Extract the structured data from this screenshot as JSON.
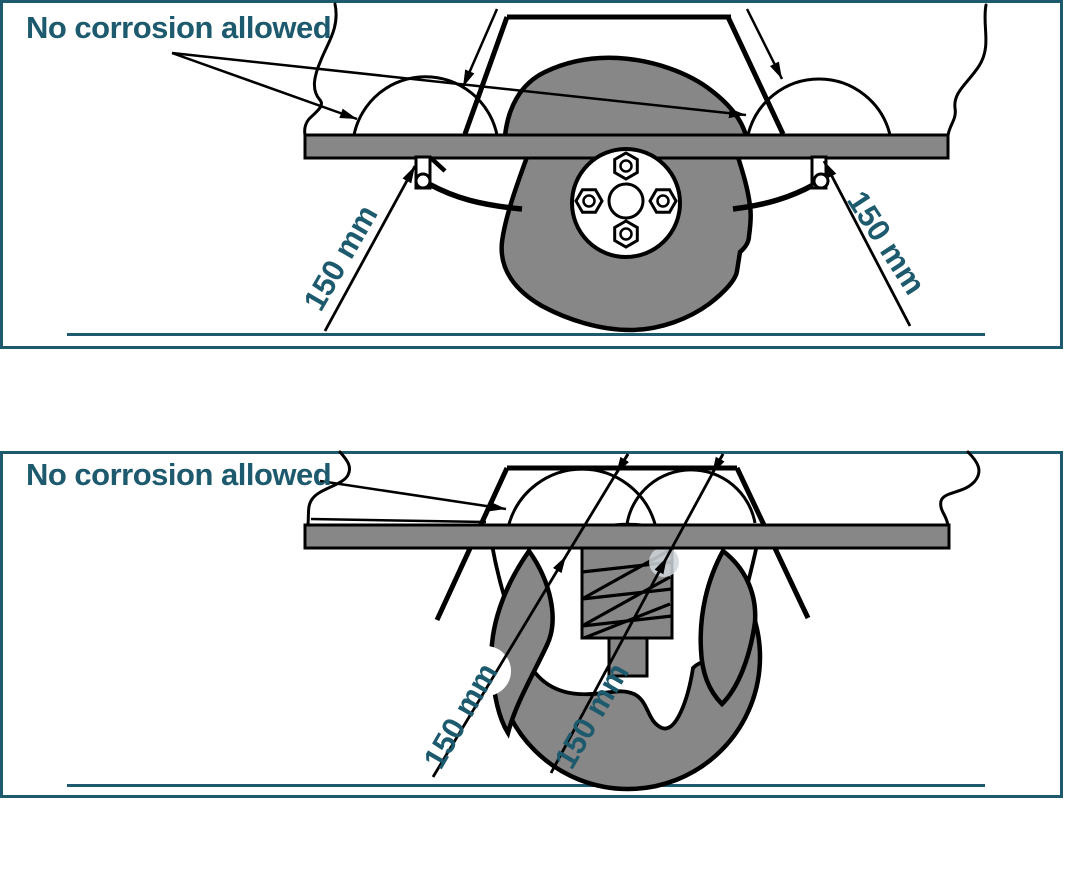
{
  "colors": {
    "accent_teal": "#1d5a6e",
    "diagram_gray": "#878787",
    "line_black": "#000000",
    "highlight_disc": "#cfd6da"
  },
  "top_panel": {
    "title": "No corrosion allowed",
    "dim_left": "150 mm",
    "dim_right": "150 mm"
  },
  "bottom_panel": {
    "title": "No corrosion allowed",
    "dim_left": "150 mm",
    "dim_right": "150 mm"
  }
}
